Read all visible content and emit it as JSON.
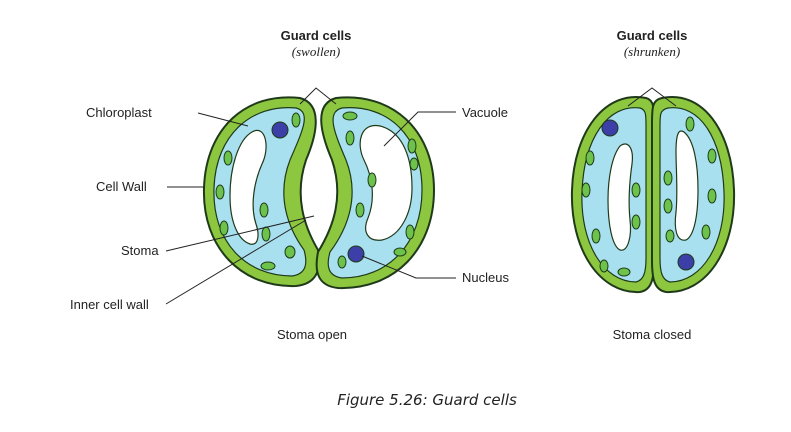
{
  "open_diagram": {
    "title": "Guard cells",
    "subtitle": "(swollen)",
    "labels": {
      "chloroplast": "Chloroplast",
      "cell_wall": "Cell Wall",
      "stoma": "Stoma",
      "inner_cell_wall": "Inner cell wall",
      "vacuole": "Vacuole",
      "nucleus": "Nucleus"
    },
    "caption": "Stoma open"
  },
  "closed_diagram": {
    "title": "Guard cells",
    "subtitle": "(shrunken)",
    "caption": "Stoma closed"
  },
  "figure_caption": "Figure 5.26: Guard cells",
  "colors": {
    "cell_wall": "#8dc63f",
    "cytoplasm": "#a9e0ef",
    "outline": "#1f3a1a",
    "chloroplast": "#6cc24a",
    "nucleus": "#3d3fa8",
    "vacuole": "#ffffff"
  }
}
